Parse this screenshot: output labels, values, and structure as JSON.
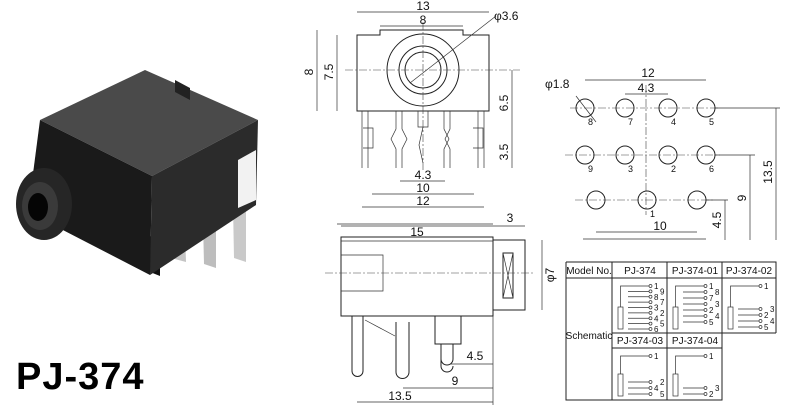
{
  "product": {
    "title": "PJ-374"
  },
  "front_view": {
    "d_width": "13",
    "d_notch": "8",
    "d_hole": "φ3.6",
    "d_height": "8",
    "d_height2": "7.5",
    "d_center": "6.5",
    "d_pin": "3.5",
    "d_pin_a": "4.3",
    "d_pin_b": "10",
    "d_pin_c": "12"
  },
  "side_view": {
    "d_length": "15",
    "d_flange": "3",
    "d_dia": "φ7",
    "d_pin_a": "4.5",
    "d_pin_b": "9",
    "d_pin_c": "13.5"
  },
  "pcb_layout": {
    "d_hole": "φ1.8",
    "d_span": "12",
    "d_pitch": "4.3",
    "d_bottom": "10",
    "d_h1": "4.5",
    "d_h2": "9",
    "d_h3": "13.5",
    "pins": [
      "8",
      "7",
      "4",
      "5",
      "9",
      "3",
      "2",
      "6",
      "1"
    ]
  },
  "table": {
    "header_label": "Model No.",
    "row_label": "Schematic",
    "models": [
      {
        "name": "PJ-374",
        "terminals": [
          "1",
          "9",
          "8",
          "7",
          "3",
          "2",
          "4",
          "5",
          "6"
        ]
      },
      {
        "name": "PJ-374-01",
        "terminals": [
          "1",
          "8",
          "7",
          "3",
          "2",
          "4",
          "5"
        ]
      },
      {
        "name": "PJ-374-02",
        "terminals": [
          "1",
          "3",
          "2",
          "4",
          "5"
        ]
      },
      {
        "name": "PJ-374-03",
        "terminals": [
          "1",
          "2",
          "4",
          "5"
        ]
      },
      {
        "name": "PJ-374-04",
        "terminals": [
          "1",
          "3",
          "2"
        ]
      }
    ]
  },
  "colors": {
    "body": "#1c1c1c",
    "pin": "#b8b8b8",
    "line": "#222222"
  }
}
